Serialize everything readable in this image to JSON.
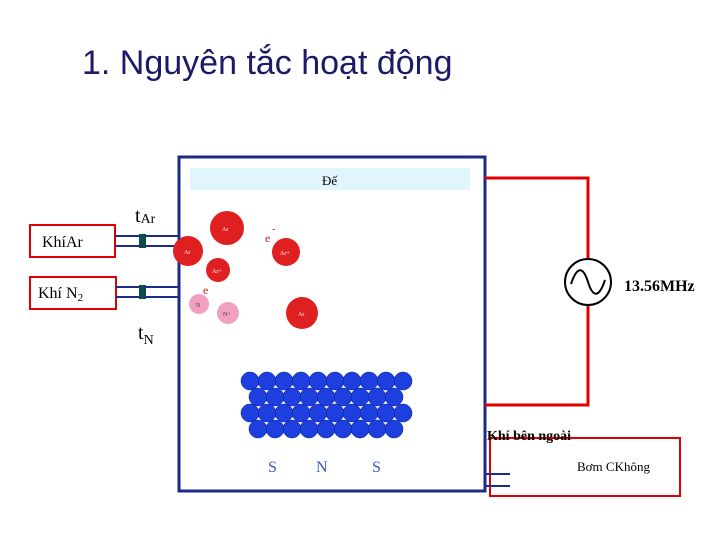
{
  "title": "1. Nguyên tắc hoạt động",
  "substrate_label": "Đế",
  "gas_ar_label": "KhíAr",
  "gas_n2_label": "Khí N",
  "gas_n2_sub": "2",
  "t_ar_main": "t",
  "t_ar_sub": "Ar",
  "t_n_main": "t",
  "t_n_sub": "N",
  "frequency": "13.56MHz",
  "outside_gas_label": "Khí bên ngoài",
  "pump_label": "Bơm CKhông",
  "magnet_labels": [
    "S",
    "N",
    "S"
  ],
  "particles": {
    "ar_ion": "Ar",
    "ar_plus": "Ar+",
    "n_atom": "N",
    "n_plus": "N+",
    "electron": "e",
    "electron_sign": "-"
  },
  "colors": {
    "chamber": "#1a2b8c",
    "rf_wire": "#e00000",
    "gas_wire": "#1a2b8c",
    "substrate": "#e0f6fc",
    "ar_particle": "#e02020",
    "n_particle": "#f2a0c0",
    "target_atom": "#1e3fe0",
    "valve": "#0f4a50"
  }
}
